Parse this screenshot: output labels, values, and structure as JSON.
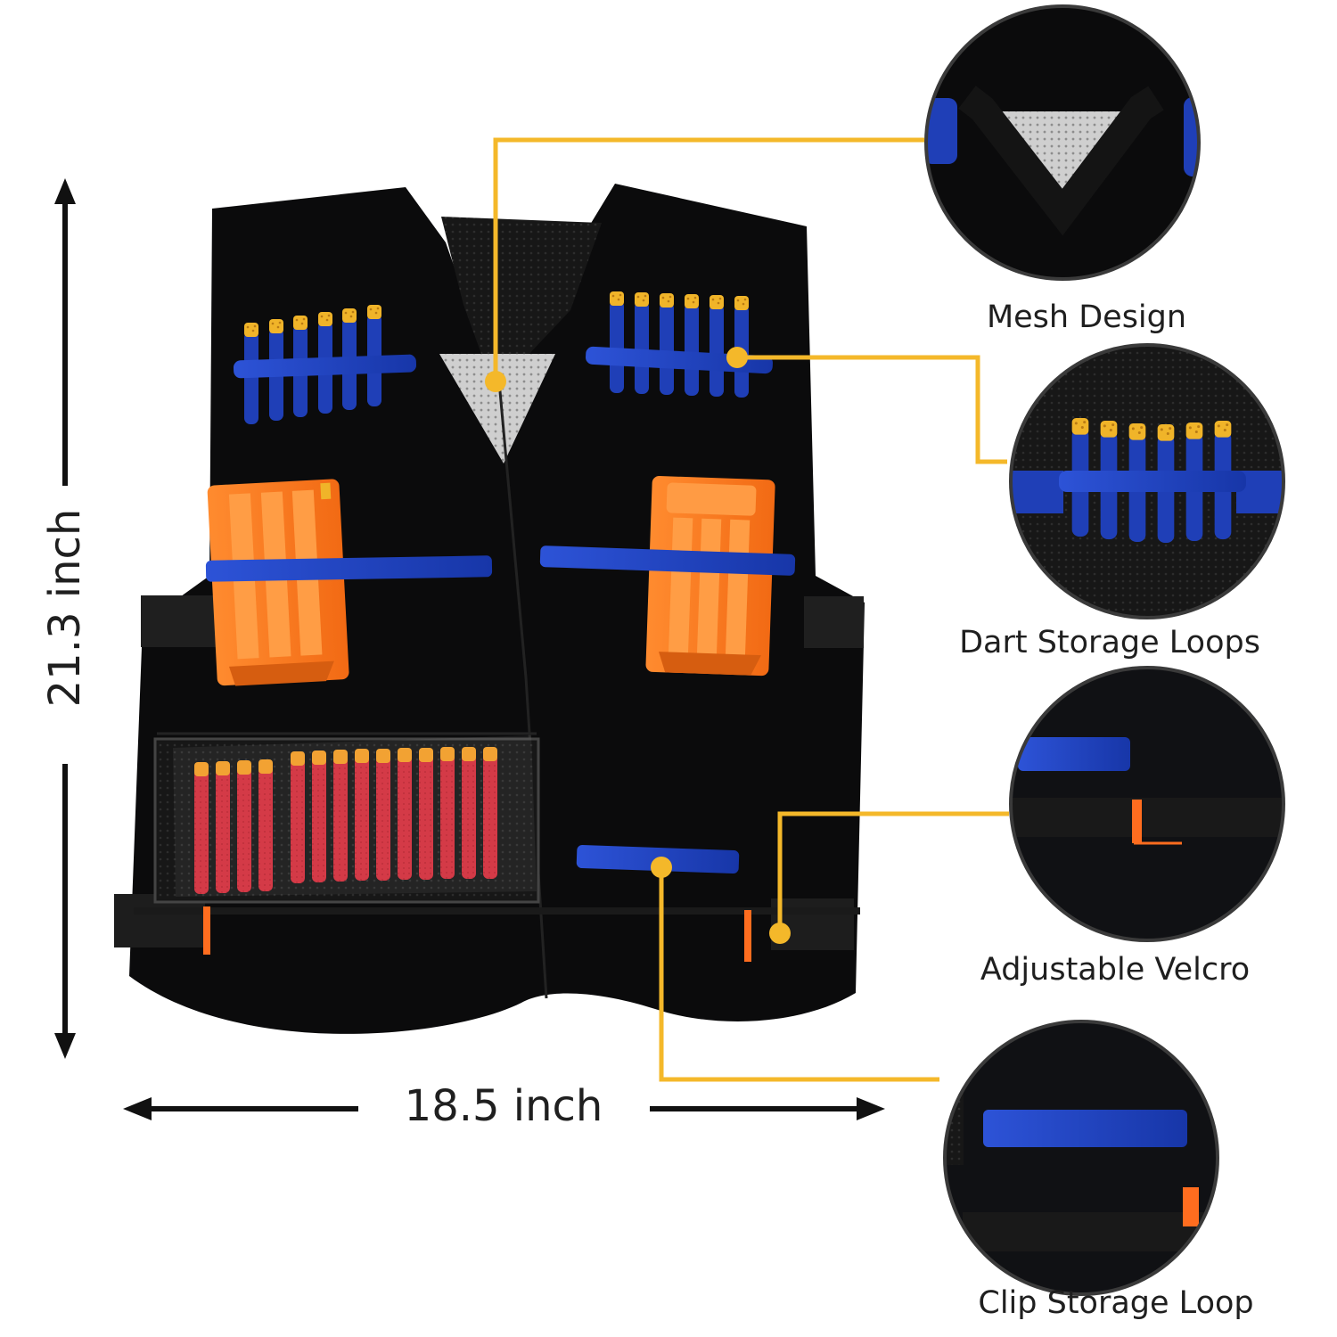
{
  "dimensions": {
    "height_label": "21.3 inch",
    "width_label": "18.5 inch"
  },
  "callouts": [
    {
      "label": "Mesh Design"
    },
    {
      "label": "Dart Storage Loops"
    },
    {
      "label": "Adjustable Velcro"
    },
    {
      "label": "Clip Storage Loop"
    }
  ],
  "colors": {
    "background": "#ffffff",
    "vest": "#0b0b0c",
    "dart_blue": "#1f3fb7",
    "dart_tip_yellow": "#f0b429",
    "clip_orange": "#ff7a1a",
    "strap_blue": "#1a45c8",
    "spare_dart_red": "#d43a47",
    "callout_line": "#f4b82a"
  }
}
